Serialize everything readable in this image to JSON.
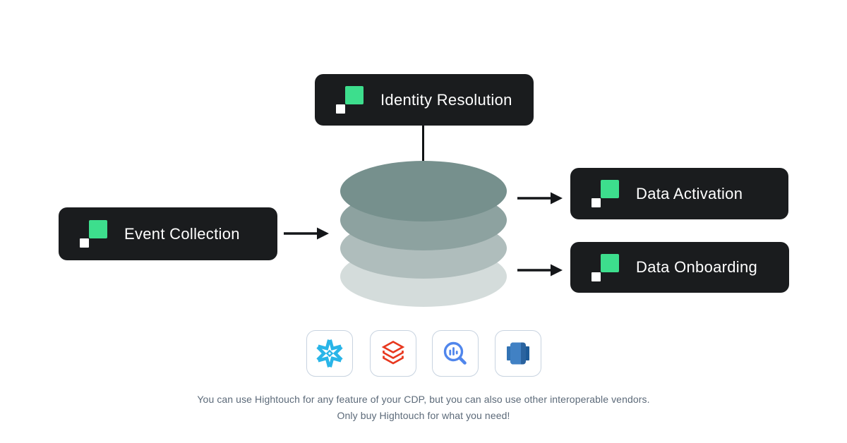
{
  "badges": [
    {
      "id": "identity-resolution",
      "label": "Identity Resolution"
    },
    {
      "id": "event-collection",
      "label": "Event Collection"
    },
    {
      "id": "data-activation",
      "label": "Data Activation"
    },
    {
      "id": "data-onboarding",
      "label": "Data Onboarding"
    }
  ],
  "logo": {
    "name": "hightouch-logo",
    "green": "#3DDE8D",
    "white": "#FFFFFF"
  },
  "stack": {
    "name": "cdp-database-stack",
    "layer_colors": [
      "#76908D",
      "#8DA2A0",
      "#AFBDBC",
      "#D4DCDB"
    ]
  },
  "arrows": {
    "color": "#141619",
    "count": 3
  },
  "vendor_icons": [
    {
      "icon": "snowflake-icon",
      "color": "#29B5E8"
    },
    {
      "icon": "databricks-icon",
      "color": "#E8381F"
    },
    {
      "icon": "bigquery-icon",
      "color": "#5086EC"
    },
    {
      "icon": "redshift-icon",
      "color": "#2F6EB0"
    }
  ],
  "caption": {
    "line1": "You can use Hightouch for any feature of your CDP, but you can also use other interoperable vendors.",
    "line2": "Only buy Hightouch for what you need!"
  },
  "colors": {
    "badge_background": "#1A1C1E",
    "badge_text": "#FFFFFF",
    "caption_text": "#5C6A79",
    "card_border": "#C8D3E0",
    "background": "#FFFFFF"
  }
}
